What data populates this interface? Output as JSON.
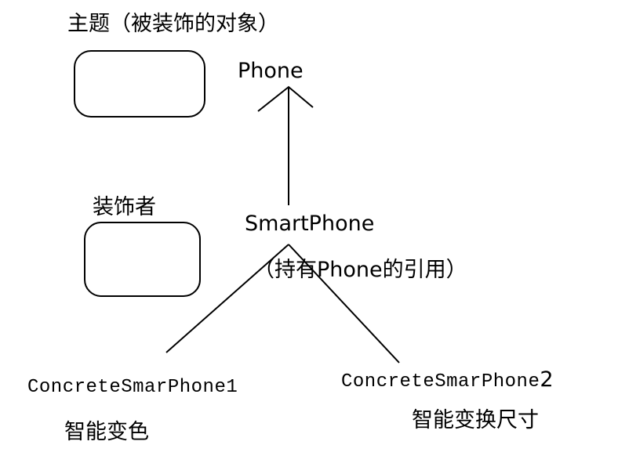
{
  "labels": {
    "subject_title": "主题（被装饰的对象）",
    "decorator_title": "装饰者",
    "phone": "Phone",
    "smartphone": "SmartPhone",
    "smartphone_note": "（持有Phone的引用）",
    "concrete1": "ConcreteSmarPhone1",
    "concrete2_main": "ConcreteSmarPhone",
    "concrete2_suffix": "2",
    "concrete1_desc": "智能变色",
    "concrete2_desc": "智能变换尺寸"
  },
  "colors": {
    "stroke": "#000000",
    "background": "#ffffff"
  }
}
